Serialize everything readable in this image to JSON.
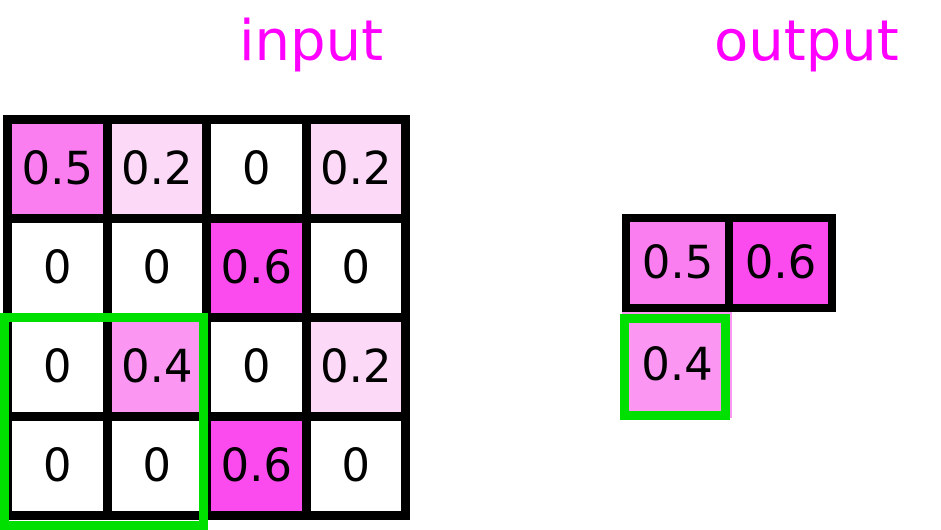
{
  "titles": {
    "input": "input",
    "output": "output",
    "color": "#ff00ff"
  },
  "palette": {
    "zero": "#ffffff",
    "v02": "#fcd9f7",
    "v04": "#fb96f3",
    "v05": "#fb7ef1",
    "v06": "#fb4aee",
    "highlight_green": "#00e000",
    "border_black": "#000000",
    "text_black": "#000000"
  },
  "chart_data": {
    "type": "heatmap",
    "title": "input",
    "input_grid": {
      "rows": 4,
      "cols": 4,
      "values": [
        [
          0.5,
          0.2,
          0,
          0.2
        ],
        [
          0,
          0,
          0.6,
          0
        ],
        [
          0,
          0.4,
          0,
          0.2
        ],
        [
          0,
          0,
          0.6,
          0
        ]
      ],
      "labels": [
        [
          "0.5",
          "0.2",
          "0",
          "0.2"
        ],
        [
          "0",
          "0",
          "0.6",
          "0"
        ],
        [
          "0",
          "0.4",
          "0",
          "0.2"
        ],
        [
          "0",
          "0",
          "0.6",
          "0"
        ]
      ],
      "highlight_region": {
        "row_start": 2,
        "row_end": 3,
        "col_start": 0,
        "col_end": 1,
        "color": "#00e000"
      }
    },
    "output_grid": {
      "rows": 2,
      "cols": 2,
      "values": [
        [
          0.5,
          0.6
        ],
        [
          0.4,
          null
        ]
      ],
      "labels": [
        [
          "0.5",
          "0.6"
        ],
        [
          "0.4",
          ""
        ]
      ],
      "highlight_region": {
        "row_start": 1,
        "row_end": 1,
        "col_start": 0,
        "col_end": 0,
        "color": "#00e000"
      }
    }
  },
  "input_cells": [
    {
      "label": "0.5",
      "bg": "#fb7ef1"
    },
    {
      "label": "0.2",
      "bg": "#fcd9f7"
    },
    {
      "label": "0",
      "bg": "#ffffff"
    },
    {
      "label": "0.2",
      "bg": "#fcd9f7"
    },
    {
      "label": "0",
      "bg": "#ffffff"
    },
    {
      "label": "0",
      "bg": "#ffffff"
    },
    {
      "label": "0.6",
      "bg": "#fb4aee"
    },
    {
      "label": "0",
      "bg": "#ffffff"
    },
    {
      "label": "0",
      "bg": "#ffffff"
    },
    {
      "label": "0.4",
      "bg": "#fb96f3"
    },
    {
      "label": "0",
      "bg": "#ffffff"
    },
    {
      "label": "0.2",
      "bg": "#fcd9f7"
    },
    {
      "label": "0",
      "bg": "#ffffff"
    },
    {
      "label": "0",
      "bg": "#ffffff"
    },
    {
      "label": "0.6",
      "bg": "#fb4aee"
    },
    {
      "label": "0",
      "bg": "#ffffff"
    }
  ],
  "output_cells_top": [
    {
      "label": "0.5",
      "bg": "#fb7ef1"
    },
    {
      "label": "0.6",
      "bg": "#fb4aee"
    }
  ],
  "output_cells_bottom": [
    {
      "label": "0.4",
      "bg": "#fb96f3"
    }
  ]
}
